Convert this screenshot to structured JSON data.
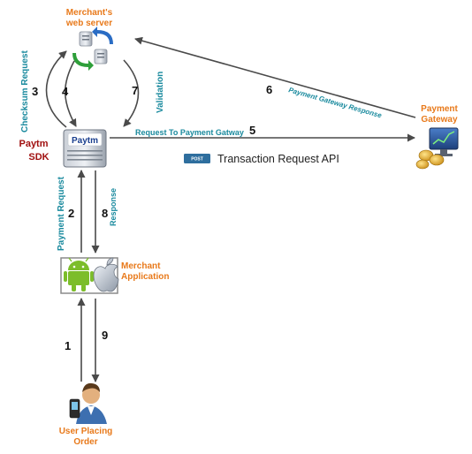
{
  "nodes": {
    "web_server": {
      "label_line1": "Merchant's",
      "label_line2": "web server",
      "icon": "server-sync-icon"
    },
    "sdk": {
      "label_line1": "Paytm",
      "label_line2": "SDK",
      "logo_text": "Paytm",
      "icon": "paytm-server-icon"
    },
    "gateway": {
      "label_line1": "Payment",
      "label_line2": "Gateway",
      "icon": "gateway-monitor-coins-icon"
    },
    "app": {
      "label_line1": "Merchant",
      "label_line2": "Application",
      "icons": [
        "android-icon",
        "apple-icon"
      ]
    },
    "user": {
      "label_line1": "User Placing",
      "label_line2": "Order",
      "icon": "user-phone-icon"
    }
  },
  "flows": {
    "checksum_request": "Checksum Request",
    "validation": "Validation",
    "payment_gateway_response": "Payment Gateway Response",
    "request_to_gateway": "Request To Payment Gatway",
    "payment_request": "Payment Request",
    "response": "Response",
    "api_badge": "POST",
    "api_label": "Transaction Request API"
  },
  "steps": [
    "1",
    "2",
    "3",
    "4",
    "5",
    "6",
    "7",
    "8",
    "9"
  ],
  "colors": {
    "title_orange": "#e8791a",
    "sdk_red": "#a01010",
    "flow_teal": "#1a8a9e",
    "arrow_gray": "#4a4a4a",
    "badge_blue": "#2e6e9e"
  }
}
